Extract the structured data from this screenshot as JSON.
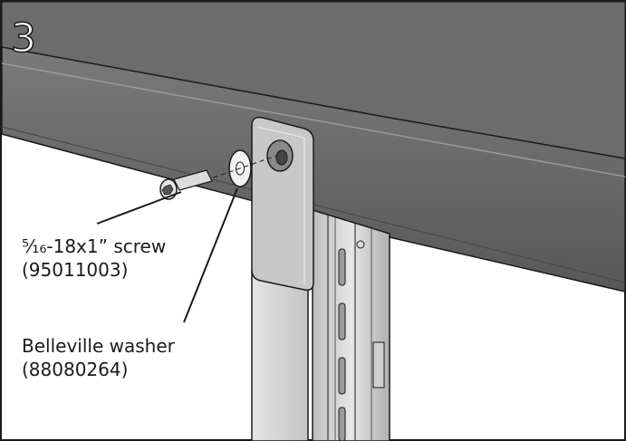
{
  "step": {
    "number": "3"
  },
  "callouts": {
    "screw": {
      "name": "⁵⁄₁₆-18x1” screw",
      "part_number": "(95011003)"
    },
    "washer": {
      "name": "Belleville washer",
      "part_number": "(88080264)"
    }
  },
  "colors": {
    "beam_top": "#727272",
    "beam_front": "#5e5e5e",
    "plate": "#c9c9c9",
    "post": "#d6d6d6",
    "outline": "#1a1a1a"
  }
}
